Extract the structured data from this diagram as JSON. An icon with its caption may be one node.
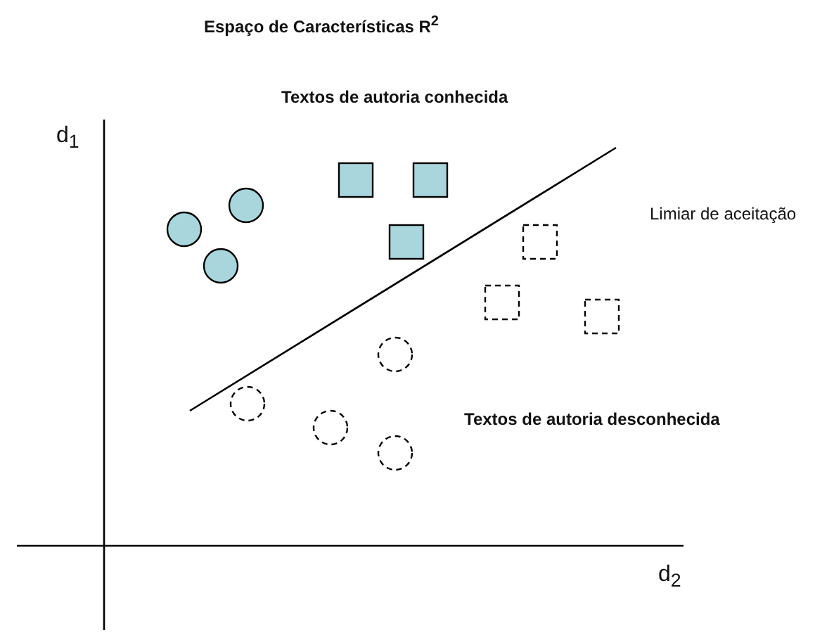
{
  "diagram": {
    "title": "Espaço de Características R$^{2}$",
    "nodes": [
      {
        "text": [],
        "shape": "circle"
      },
      {
        "text": [],
        "shape": "circle"
      },
      {
        "text": [],
        "shape": "circle"
      },
      {
        "text": [],
        "shape": "circle"
      },
      {
        "text": [],
        "shape": "circle"
      },
      {
        "text": [],
        "shape": "box"
      },
      {
        "text": [],
        "shape": "circle"
      },
      {
        "text": [],
        "shape": "circle"
      },
      {
        "text": [],
        "shape": "box"
      },
      {
        "text": [],
        "shape": "box"
      },
      {
        "text": [],
        "shape": "box"
      },
      {
        "text": [],
        "shape": "box"
      },
      {
        "text": [],
        "shape": "box"
      }
    ],
    "labels": [
      "Textos de autoria conhecida",
      "d$_{1}$",
      "Limiar de aceitação",
      "Textos de autoria desconhecida",
      "d$_{2}$"
    ]
  }
}
